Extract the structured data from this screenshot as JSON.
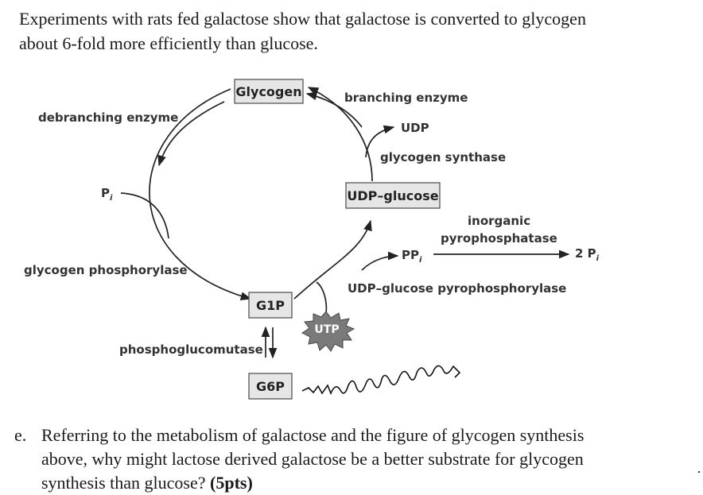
{
  "intro": {
    "text": "Experiments with rats fed galactose show that galactose is converted to glycogen about 6-fold more efficiently than glucose."
  },
  "diagram": {
    "nodes": {
      "glycogen": "Glycogen",
      "udp_glucose": "UDP–glucose",
      "g1p": "G1P",
      "g6p": "G6P",
      "utp": "UTP"
    },
    "labels": {
      "debranching_enzyme": "debranching enzyme",
      "branching_enzyme": "branching enzyme",
      "udp": "UDP",
      "glycogen_synthase": "glycogen synthase",
      "pi": "P",
      "pi_sub": "i",
      "inorganic": "inorganic",
      "pyrophosphatase": "pyrophosphatase",
      "ppi": "PP",
      "ppi_sub": "i",
      "two_pi": "2 P",
      "two_pi_sub": "i",
      "glycogen_phosphorylase": "glycogen phosphorylase",
      "udp_glucose_pyrophosphorylase": "UDP–glucose pyrophosphorylase",
      "phosphoglucomutase": "phosphoglucomutase"
    }
  },
  "question": {
    "letter": "e.",
    "text": "Referring to the metabolism of galactose and the figure of glycogen synthesis above, why might lactose derived galactose be a better substrate for glycogen synthesis than glucose?",
    "points": "(5pts)"
  }
}
